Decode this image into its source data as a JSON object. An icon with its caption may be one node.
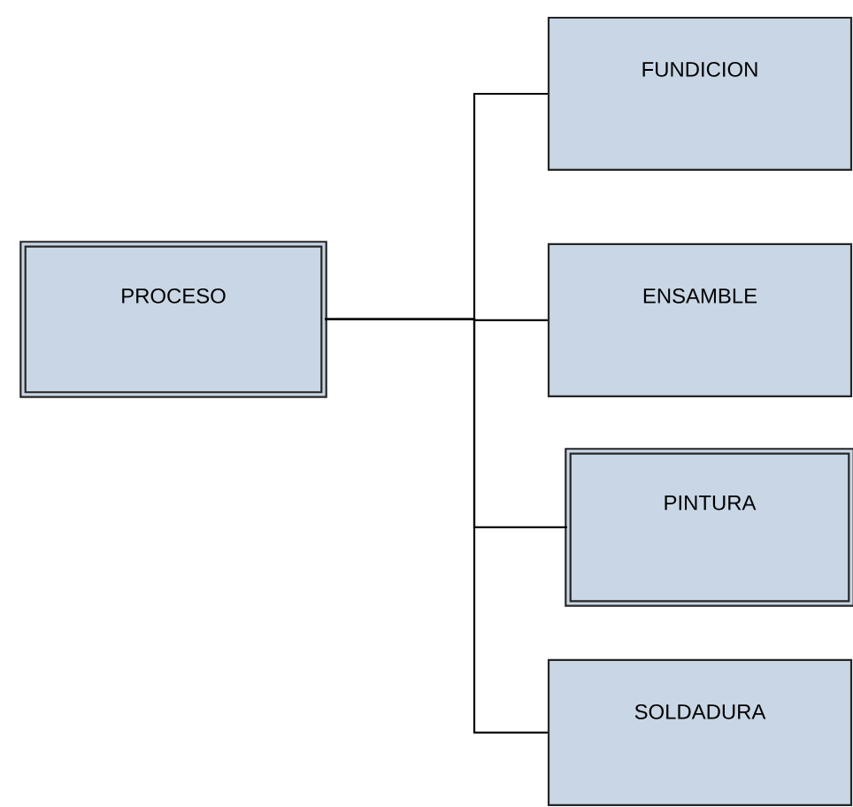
{
  "diagram": {
    "nodes": [
      {
        "text": [
          "PROCESO"
        ]
      },
      {
        "text": [
          "FUNDICION"
        ]
      },
      {
        "text": [
          "ENSAMBLE"
        ]
      },
      {
        "text": [
          "PINTURA"
        ]
      },
      {
        "text": [
          "SOLDADURA"
        ]
      }
    ],
    "edges": [
      {
        "from": 0,
        "to": 1,
        "arrow": "none"
      },
      {
        "from": 0,
        "to": 2,
        "arrow": "none"
      },
      {
        "from": 0,
        "to": 3,
        "arrow": "none"
      },
      {
        "from": 0,
        "to": 4,
        "arrow": "none"
      }
    ]
  }
}
